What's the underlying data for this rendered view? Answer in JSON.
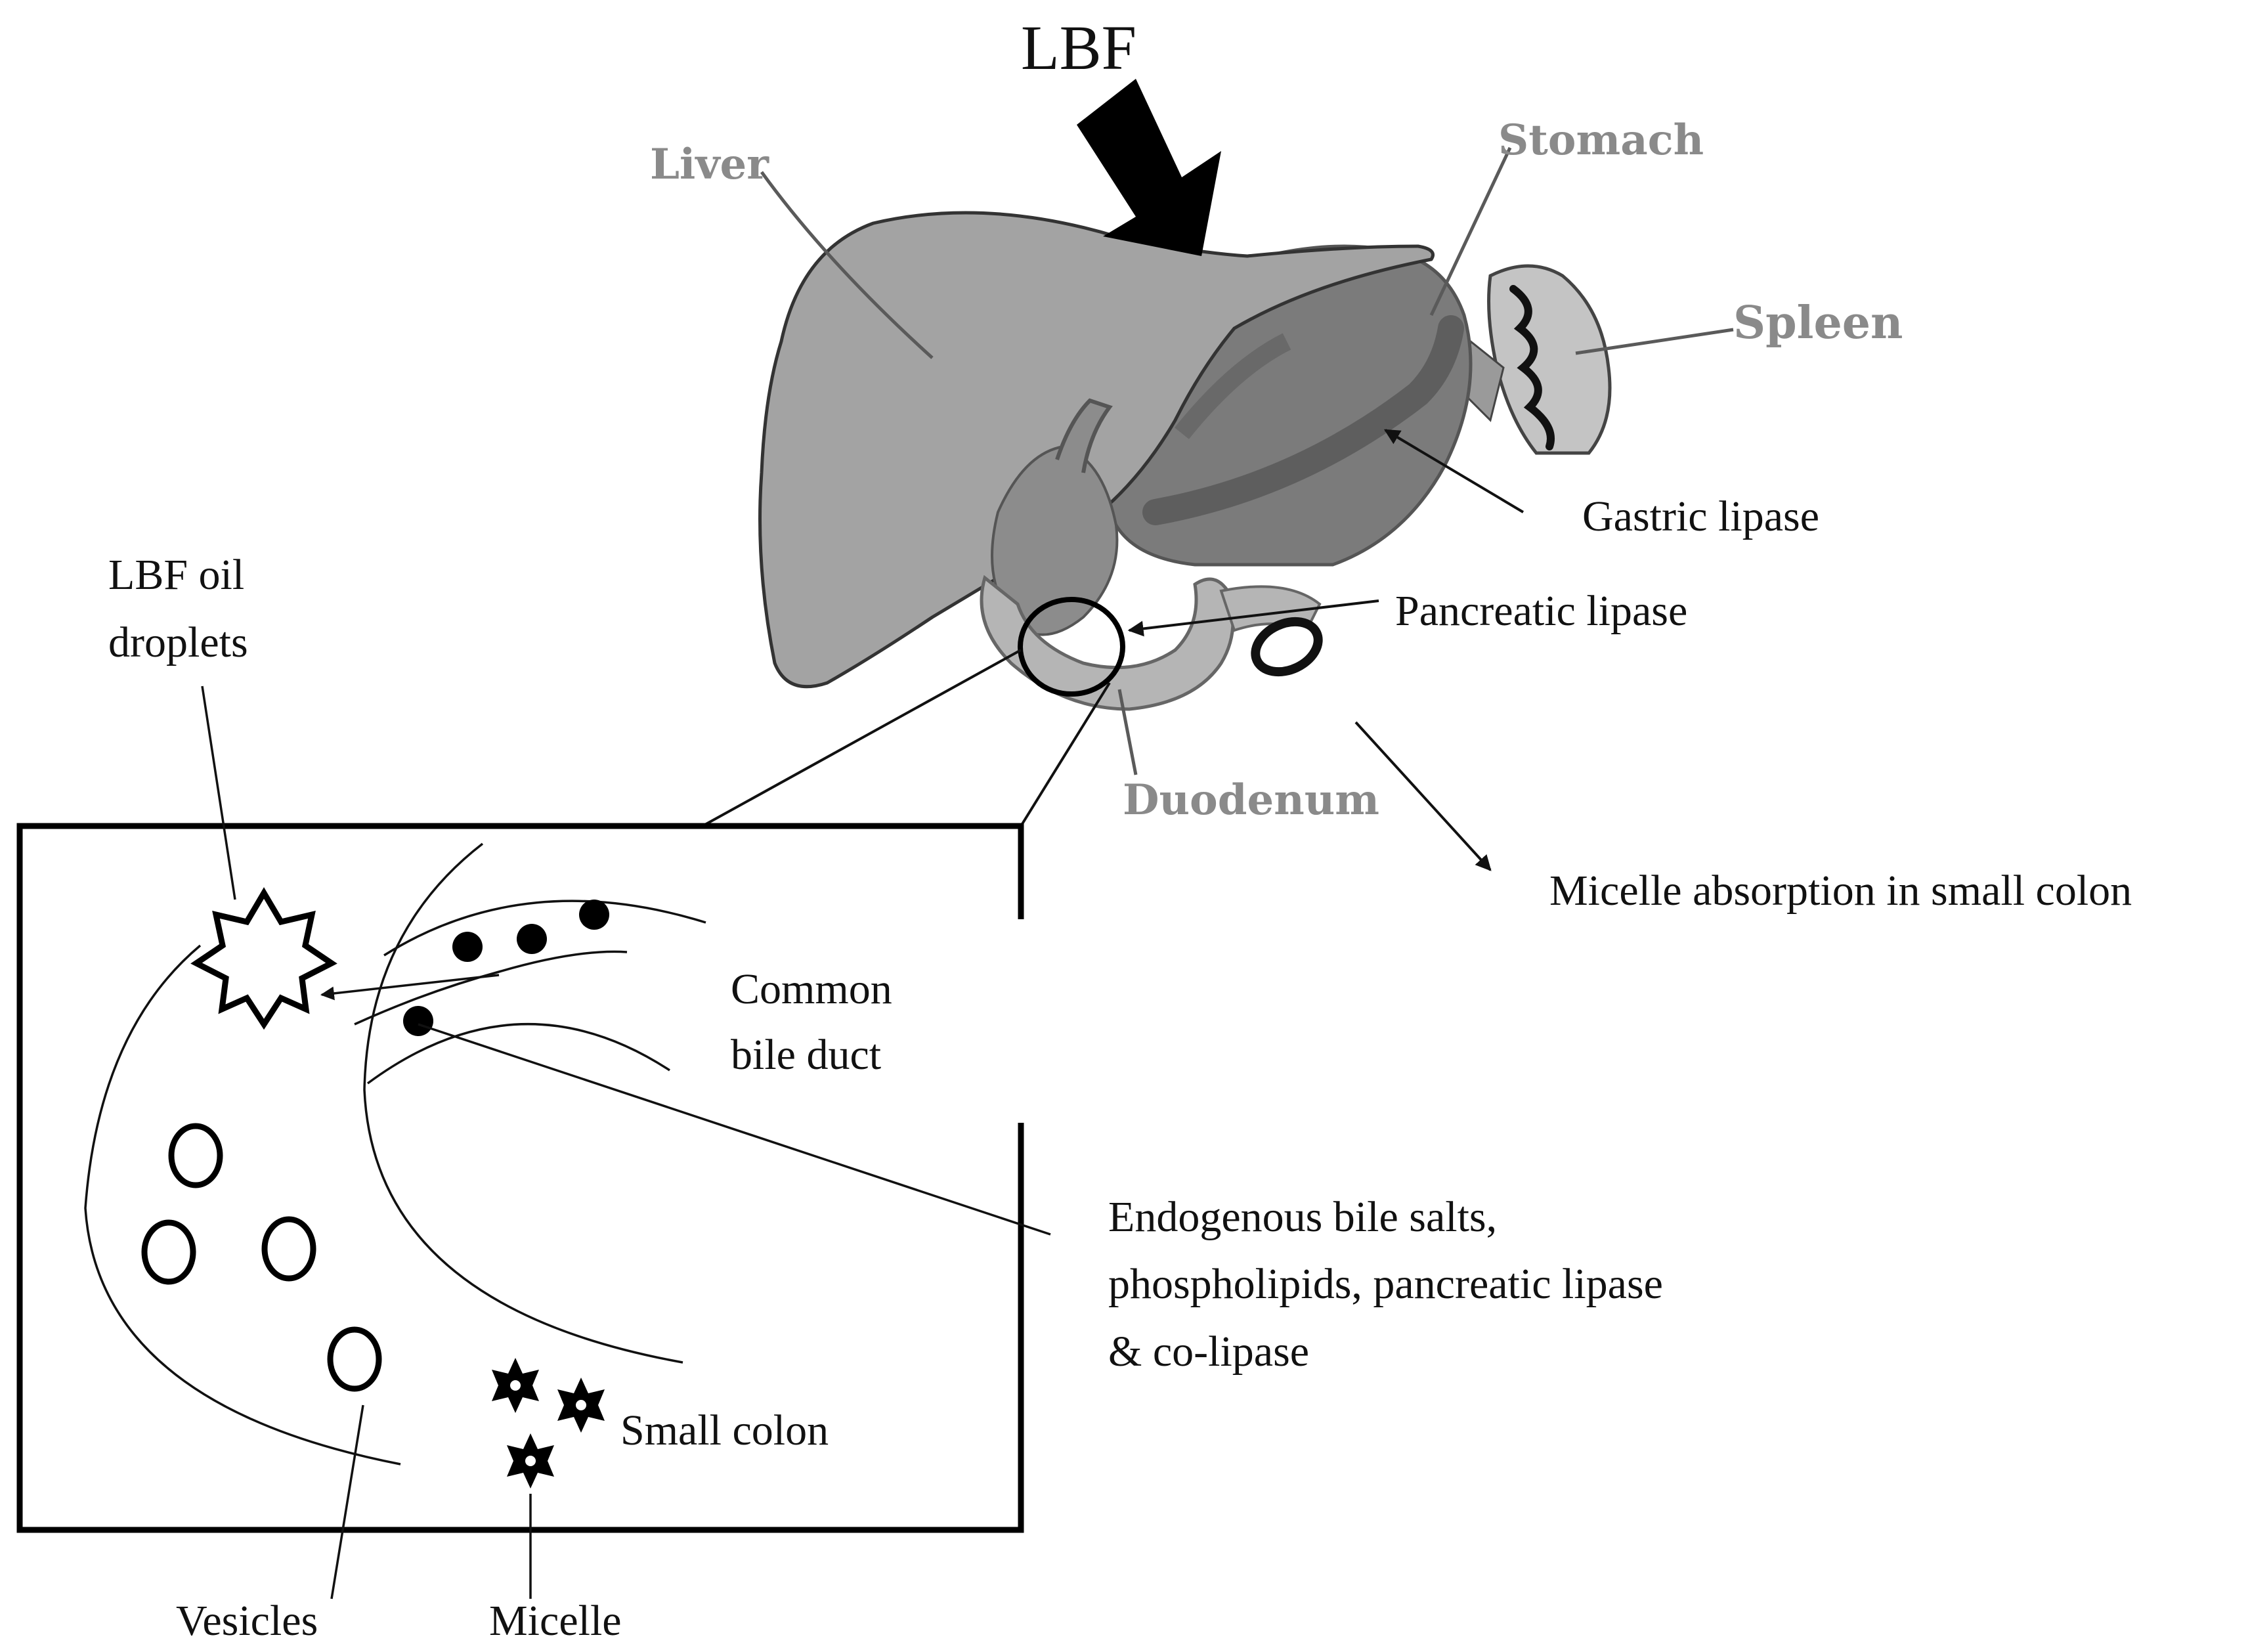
{
  "labels": {
    "lbf": "LBF",
    "liver": "Liver",
    "stomach": "Stomach",
    "spleen": "Spleen",
    "duodenum": "Duodenum",
    "gastric_lipase": "Gastric lipase",
    "pancreatic_lipase": "Pancreatic lipase",
    "micelle_absorption": "Micelle absorption in small colon",
    "lbf_oil_droplets_line1": "LBF oil",
    "lbf_oil_droplets_line2": "droplets",
    "common_bile_duct_line1": "Common",
    "common_bile_duct_line2": "bile duct",
    "endogenous_line1": "Endogenous bile salts,",
    "endogenous_line2": "phospholipids, pancreatic lipase",
    "endogenous_line3": "& co-lipase",
    "small_colon": "Small colon",
    "vesicles": "Vesicles",
    "micelle": "Micelle"
  },
  "colors": {
    "liver": "#a3a3a3",
    "stomach": "#7b7b7b",
    "spleen": "#c4c4c4",
    "line": "#111111",
    "organ_label": "#8a8a8a"
  }
}
